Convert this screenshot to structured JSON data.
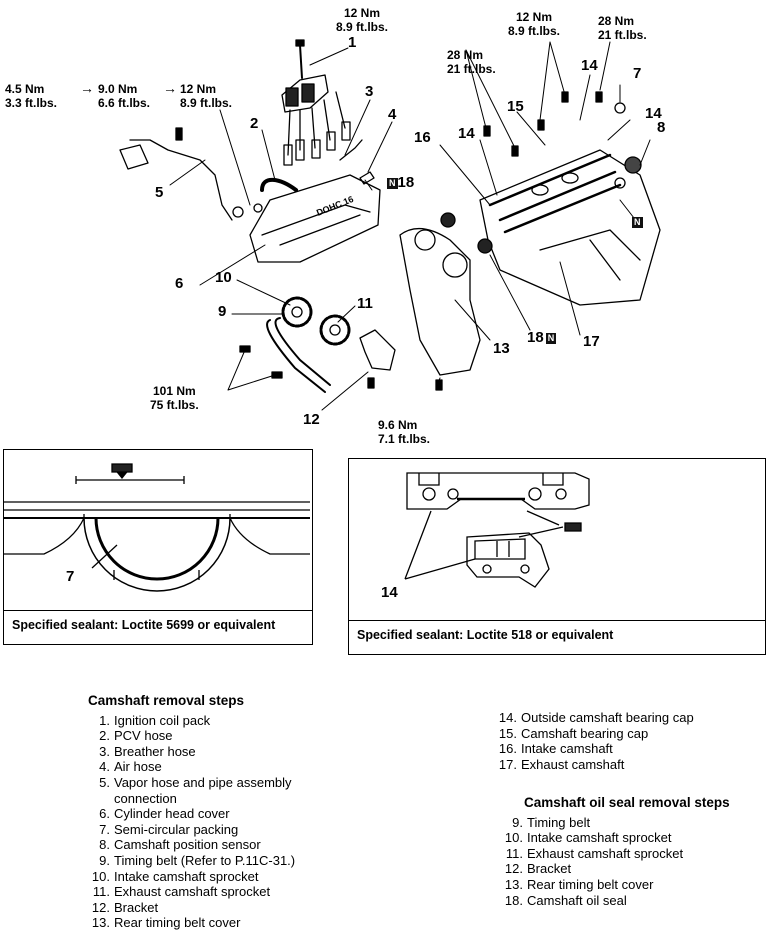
{
  "torques": {
    "coil_top": [
      "12 Nm",
      "8.9 ft.lbs."
    ],
    "seq_a": [
      "4.5 Nm",
      "3.3 ft.lbs."
    ],
    "seq_b": [
      "9.0 Nm",
      "6.6 ft.lbs."
    ],
    "seq_c": [
      "12 Nm",
      "8.9 ft.lbs."
    ],
    "cap_center": [
      "12 Nm",
      "8.9 ft.lbs."
    ],
    "cap_right": [
      "28 Nm",
      "21 ft.lbs."
    ],
    "cap_left": [
      "28 Nm",
      "21 ft.lbs."
    ],
    "sprocket": [
      "101 Nm",
      "75 ft.lbs."
    ],
    "cover_bolt": [
      "9.6 Nm",
      "7.1 ft.lbs."
    ]
  },
  "arrow_glyph": "→",
  "callouts": [
    "1",
    "2",
    "3",
    "4",
    "5",
    "6",
    "7",
    "8",
    "9",
    "10",
    "11",
    "12",
    "13",
    "14",
    "15",
    "16",
    "17",
    "18"
  ],
  "n_mark": "N",
  "detail_left": {
    "callout": "7",
    "caption": "Specified sealant: Loctite 5699 or equivalent"
  },
  "detail_right": {
    "callout": "14",
    "caption": "Specified sealant: Loctite 518 or equivalent"
  },
  "removal": {
    "title": "Camshaft removal steps",
    "steps": [
      {
        "n": "1.",
        "t": "Ignition coil pack"
      },
      {
        "n": "2.",
        "t": "PCV hose"
      },
      {
        "n": "3.",
        "t": "Breather hose"
      },
      {
        "n": "4.",
        "t": "Air hose"
      },
      {
        "n": "5.",
        "t": "Vapor hose and pipe assembly"
      },
      {
        "n": "",
        "t": "connection"
      },
      {
        "n": "6.",
        "t": "Cylinder head cover"
      },
      {
        "n": "7.",
        "t": "Semi-circular packing"
      },
      {
        "n": "8.",
        "t": "Camshaft position sensor"
      },
      {
        "n": "9.",
        "t": "Timing belt (Refer to P.11C-31.)"
      },
      {
        "n": "10.",
        "t": "Intake camshaft sprocket"
      },
      {
        "n": "11.",
        "t": "Exhaust camshaft sprocket"
      },
      {
        "n": "12.",
        "t": "Bracket"
      },
      {
        "n": "13.",
        "t": "Rear timing belt cover"
      }
    ],
    "steps_cont": [
      {
        "n": "14.",
        "t": "Outside camshaft bearing cap"
      },
      {
        "n": "15.",
        "t": "Camshaft bearing cap"
      },
      {
        "n": "16.",
        "t": "Intake camshaft"
      },
      {
        "n": "17.",
        "t": "Exhaust camshaft"
      }
    ]
  },
  "oil_seal": {
    "title": "Camshaft oil seal removal steps",
    "steps": [
      {
        "n": "9.",
        "t": "Timing belt"
      },
      {
        "n": "10.",
        "t": "Intake camshaft sprocket"
      },
      {
        "n": "11.",
        "t": "Exhaust camshaft sprocket"
      },
      {
        "n": "12.",
        "t": "Bracket"
      },
      {
        "n": "13.",
        "t": "Rear timing belt cover"
      },
      {
        "n": "18.",
        "t": "Camshaft oil seal"
      }
    ]
  }
}
